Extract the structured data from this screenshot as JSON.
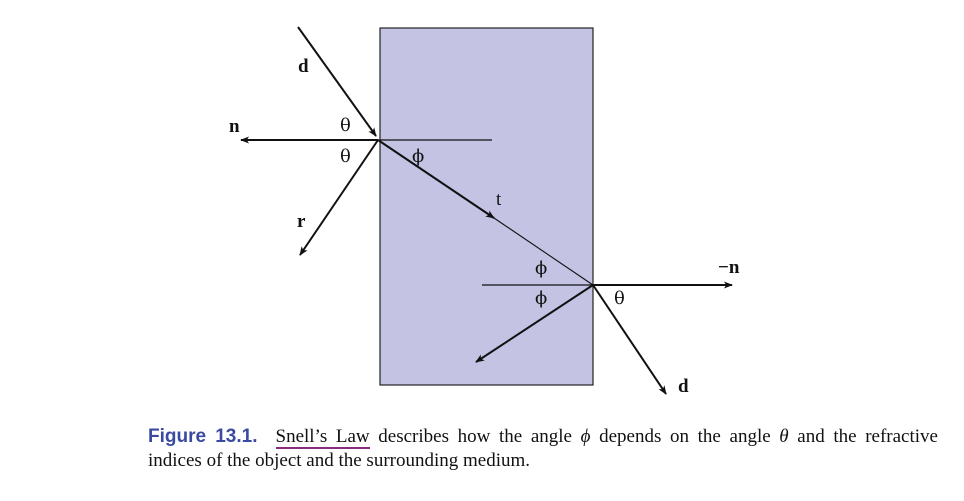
{
  "figure": {
    "colors": {
      "slab_fill": "#c4c3e4",
      "slab_stroke": "#222222",
      "ray": "#111111"
    },
    "labels": {
      "d_in": "d",
      "n": "n",
      "r": "r",
      "t": "t",
      "neg_n": "−n",
      "d_out": "d",
      "theta_top": "θ",
      "theta_bottom": "θ",
      "phi_top": "ϕ",
      "phi_exit_top": "ϕ",
      "phi_exit_bottom": "ϕ",
      "theta_exit": "θ"
    }
  },
  "caption": {
    "number": "Figure 13.1.",
    "term": "Snell’s Law",
    "text_1": " describes how the angle ",
    "phi": "ϕ",
    "text_2": " depends on the angle ",
    "theta": "θ",
    "text_3": " and the refractive indices of the object and the surrounding medium."
  }
}
